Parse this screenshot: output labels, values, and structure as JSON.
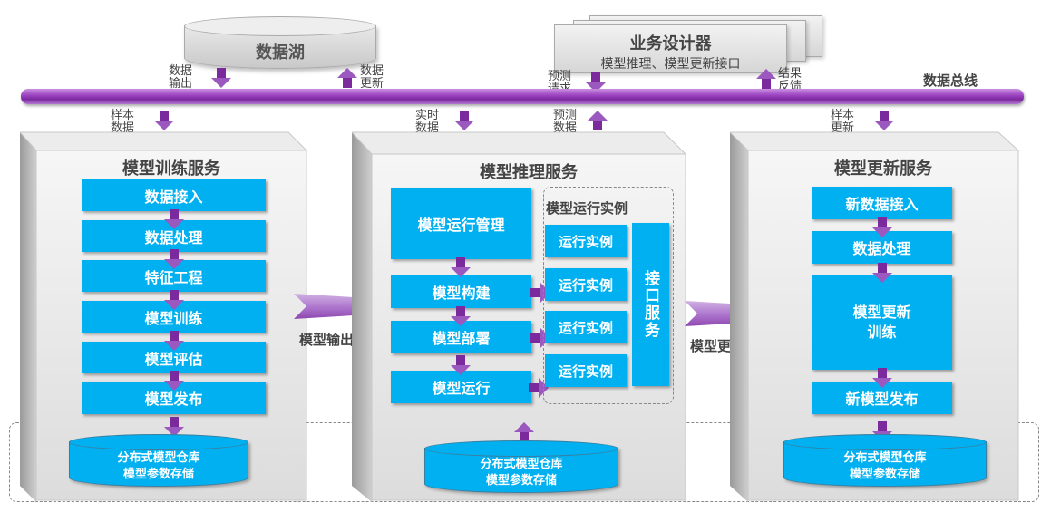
{
  "data_lake": {
    "title": "数据湖",
    "out_label": [
      "数据",
      "输出"
    ],
    "in_label": [
      "数据",
      "更新"
    ]
  },
  "designer": {
    "title": "业务设计器",
    "subtitle": "模型推理、模型更新接口",
    "request_label": [
      "预测",
      "请求"
    ],
    "feedback_label": [
      "结果",
      "反馈"
    ]
  },
  "bus": {
    "title": "数据总线"
  },
  "connectors": {
    "sample_data": [
      "样本",
      "数据"
    ],
    "realtime_data": [
      "实时",
      "数据"
    ],
    "predict_data": [
      "预测",
      "数据"
    ],
    "sample_update": [
      "样本",
      "更新"
    ]
  },
  "training": {
    "title": "模型训练服务",
    "steps": [
      "数据接入",
      "数据处理",
      "特征工程",
      "模型训练",
      "模型评估",
      "模型发布"
    ]
  },
  "inference": {
    "title": "模型推理服务",
    "manager": "模型运行管理",
    "steps": [
      "模型构建",
      "模型部署",
      "模型运行"
    ],
    "instances_title": "模型运行实例",
    "instances": [
      "运行实例",
      "运行实例",
      "运行实例",
      "运行实例"
    ],
    "interface": "接口服务"
  },
  "update": {
    "title": "模型更新服务",
    "steps": [
      "新数据接入",
      "数据处理",
      "模型更新\n训练",
      "新模型发布"
    ]
  },
  "storage": {
    "line1": "分布式模型仓库",
    "line2": "模型参数存储"
  },
  "flow": {
    "model_output": "模型输出",
    "model_update": "模型更新"
  },
  "colors": {
    "step_blue": "#00b0f0",
    "arrow_purple": "#7b2a9e",
    "bus_purple": "#9a3fbf",
    "text_gray": "#444444"
  }
}
